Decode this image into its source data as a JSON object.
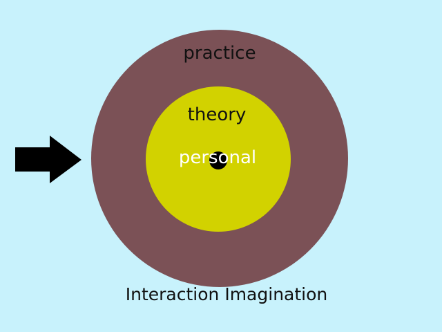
{
  "colors": {
    "background": "#c8f2fc",
    "outer_ring": "#7b5156",
    "inner_circle": "#d2d200",
    "center_dot": "#000000",
    "arrow": "#000000"
  },
  "diagram": {
    "outer_ring_label": "practice",
    "inner_circle_label": "theory",
    "center_label": "personal",
    "caption": "Interaction Imagination",
    "icons": {
      "arrow": "right-arrow-icon"
    }
  }
}
